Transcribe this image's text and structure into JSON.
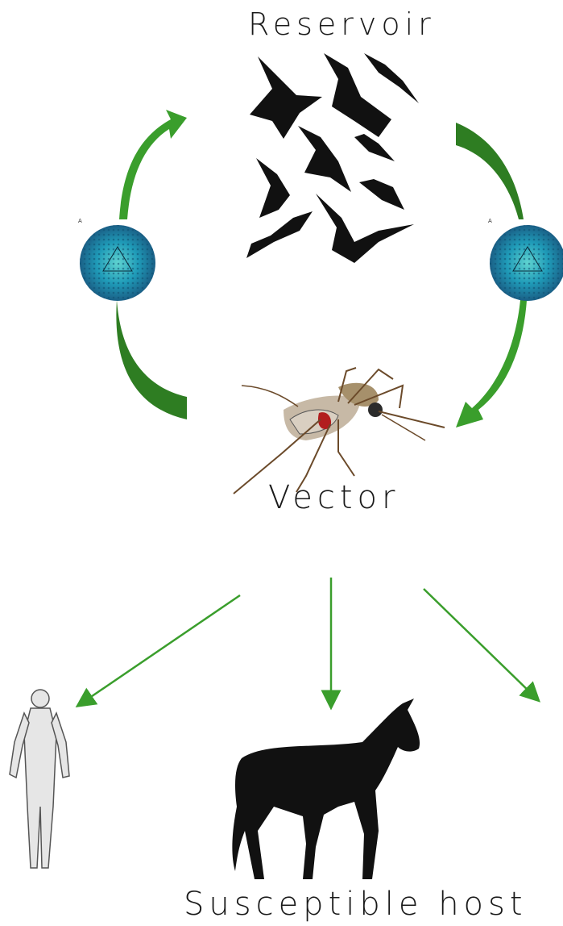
{
  "labels": {
    "reservoir": "Reservoir",
    "vector": "Vector",
    "host": "Susceptible host",
    "virus_mark": "A"
  },
  "colors": {
    "arrow_green": "#3a9e2c",
    "arrow_dark_green": "#2e7d22",
    "silhouette": "#111111",
    "virus_teal": "#1f9bb8",
    "human_fill": "#e6e6e6"
  },
  "icons": [
    "bird-flock-icon",
    "virus-particle-icon",
    "mosquito-icon",
    "human-figure-icon",
    "horse-icon"
  ]
}
